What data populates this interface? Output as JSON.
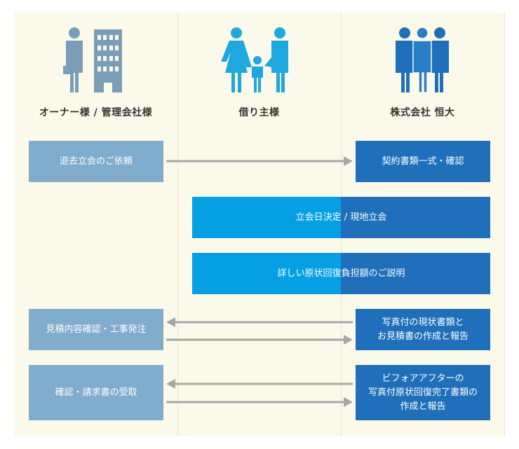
{
  "columns": {
    "owner": "オーナー様 / 管理会社様",
    "tenant": "借り主様",
    "company": "株式会社 恒大"
  },
  "icons": {
    "owner": "businessman-and-building-icon",
    "tenant": "family-icon",
    "company": "staff-group-icon"
  },
  "colors": {
    "background": "#fbfaea",
    "owner_box": "#7fadcb",
    "company_box": "#1f6fba",
    "tenant_box": "#05a0e3",
    "arrow": "#a6a6a6",
    "icon_gray": "#7b9db8",
    "icon_blue": "#1fa7e0",
    "icon_dark_blue": "#1f6fba"
  },
  "steps": {
    "s1_owner": "退去立会のご依頼",
    "s1_company": "契約書類一式・確認",
    "s2_shared": "立会日決定 / 現地立会",
    "s3_shared": "詳しい原状回復負担額のご説明",
    "s4_owner": "見積内容確認・工事発注",
    "s4_company": "写真付の現状書類と\nお見積書の作成と報告",
    "s5_owner": "確認・請求書の受取",
    "s5_company": "ビフォアアフターの\n写真付原状回復完了書類の\n作成と報告"
  }
}
